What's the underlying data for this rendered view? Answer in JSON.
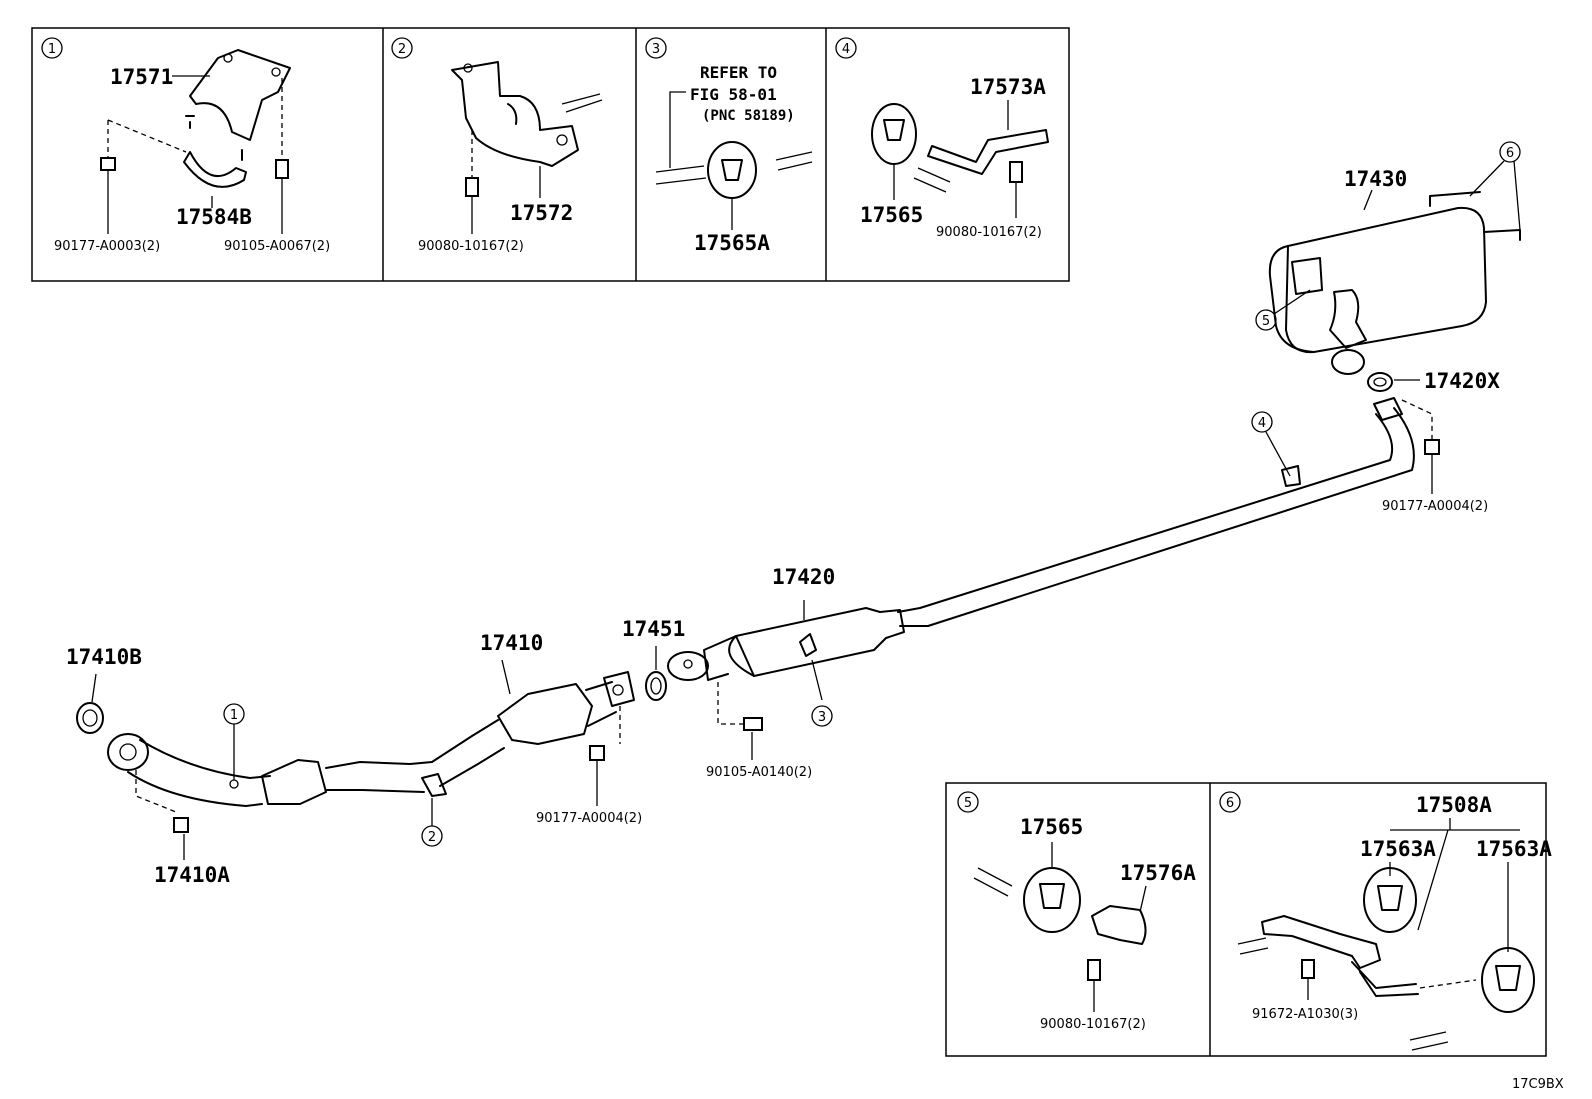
{
  "diagram_code": "17C9BX",
  "detail_panels": [
    {
      "num": "1",
      "labels": [
        "17571",
        "17584B",
        "90177-A0003(2)",
        "90105-A0067(2)"
      ]
    },
    {
      "num": "2",
      "labels": [
        "17572",
        "90080-10167(2)"
      ]
    },
    {
      "num": "3",
      "labels": [
        "REFER TO",
        "FIG 58-01",
        "(PNC 58189)",
        "17565A"
      ]
    },
    {
      "num": "4",
      "labels": [
        "17573A",
        "17565",
        "90080-10167(2)"
      ]
    },
    {
      "num": "5",
      "labels": [
        "17565",
        "17576A",
        "90080-10167(2)"
      ]
    },
    {
      "num": "6",
      "labels": [
        "17508A",
        "17563A",
        "17563A",
        "91672-A1030(3)"
      ]
    }
  ],
  "main_labels": {
    "gasket_front": "17410B",
    "nut_front": "17410A",
    "front_pipe": "17410",
    "gasket_mid": "17451",
    "center_pipe": "17420",
    "muffler": "17430",
    "gasket_rear": "17420X",
    "nut_mid": "90177-A0004(2)",
    "bolt_mid": "90105-A0140(2)",
    "nut_rear": "90177-A0004(2)"
  },
  "callouts": [
    "1",
    "2",
    "3",
    "4",
    "5",
    "6"
  ]
}
